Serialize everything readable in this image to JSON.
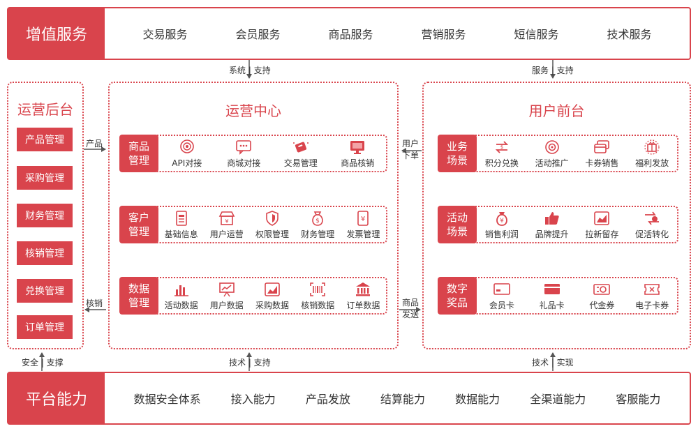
{
  "top_band": {
    "title": "增值服务",
    "items": [
      "交易服务",
      "会员服务",
      "商品服务",
      "营销服务",
      "短信服务",
      "技术服务"
    ]
  },
  "bottom_band": {
    "title": "平台能力",
    "items": [
      "数据安全体系",
      "接入能力",
      "产品发放",
      "结算能力",
      "数据能力",
      "全渠道能力",
      "客服能力"
    ]
  },
  "left_panel": {
    "title": "运营后台",
    "buttons": [
      "产品管理",
      "采购管理",
      "财务管理",
      "核销管理",
      "兑换管理",
      "订单管理"
    ]
  },
  "center_panel": {
    "title": "运营中心",
    "groups": [
      {
        "tag": "商品管理",
        "items": [
          {
            "label": "API对接",
            "icon": "api-icon"
          },
          {
            "label": "商城对接",
            "icon": "chat-icon"
          },
          {
            "label": "交易管理",
            "icon": "trade-icon"
          },
          {
            "label": "商品核销",
            "icon": "monitor-icon"
          }
        ]
      },
      {
        "tag": "客户管理",
        "items": [
          {
            "label": "基础信息",
            "icon": "doc-icon"
          },
          {
            "label": "用户运营",
            "icon": "store-icon"
          },
          {
            "label": "权限管理",
            "icon": "shield-icon"
          },
          {
            "label": "财务管理",
            "icon": "money-bag-icon"
          },
          {
            "label": "发票管理",
            "icon": "invoice-icon"
          }
        ]
      },
      {
        "tag": "数据管理",
        "items": [
          {
            "label": "活动数据",
            "icon": "bar-chart-icon"
          },
          {
            "label": "用户数据",
            "icon": "presentation-icon"
          },
          {
            "label": "采购数据",
            "icon": "area-chart-icon"
          },
          {
            "label": "核销数据",
            "icon": "barcode-icon"
          },
          {
            "label": "订单数据",
            "icon": "bank-icon"
          }
        ]
      }
    ]
  },
  "right_panel": {
    "title": "用户前台",
    "groups": [
      {
        "tag": "业务场景",
        "items": [
          {
            "label": "积分兑换",
            "icon": "exchange-icon"
          },
          {
            "label": "活动推广",
            "icon": "target-icon"
          },
          {
            "label": "卡券销售",
            "icon": "cards-icon"
          },
          {
            "label": "福利发放",
            "icon": "gift-icon"
          }
        ]
      },
      {
        "tag": "活动场景",
        "items": [
          {
            "label": "销售利润",
            "icon": "money-bag-icon"
          },
          {
            "label": "品牌提升",
            "icon": "thumbs-up-icon"
          },
          {
            "label": "拉新留存",
            "icon": "area-chart-icon"
          },
          {
            "label": "促活转化",
            "icon": "convert-icon"
          }
        ]
      },
      {
        "tag": "数字奖品",
        "items": [
          {
            "label": "会员卡",
            "icon": "member-card-icon"
          },
          {
            "label": "礼品卡",
            "icon": "gift-card-icon"
          },
          {
            "label": "代金券",
            "icon": "voucher-icon"
          },
          {
            "label": "电子卡券",
            "icon": "ecard-icon"
          }
        ]
      }
    ]
  },
  "connectors": {
    "top_left": "系统 | 支持",
    "top_right": "服务 | 支持",
    "bottom_left": "安全 | 支撑",
    "bottom_center": "技术 | 支持",
    "bottom_right": "技术 | 实现",
    "left_product": "产品",
    "left_verify": "核销",
    "right_order": "用户下单",
    "right_delivery": "商品发送"
  },
  "colors": {
    "accent": "#d9444c",
    "text": "#333333",
    "background": "#ffffff"
  }
}
